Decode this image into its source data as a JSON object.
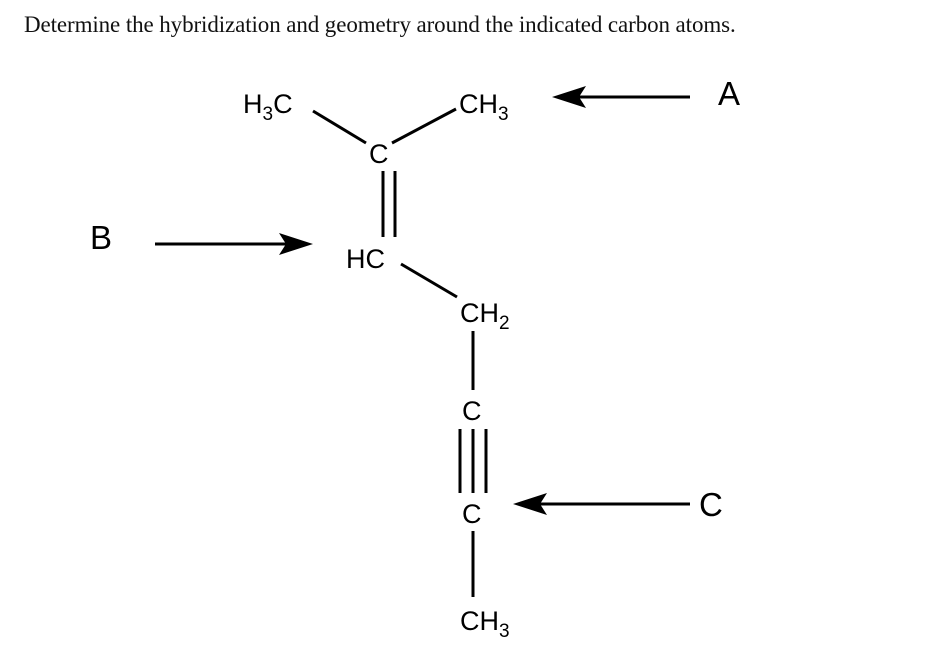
{
  "question": {
    "text": "Determine the hybridization and geometry around the indicated carbon atoms."
  },
  "molecule": {
    "atoms": {
      "c1_left_methyl": {
        "main": "H",
        "sub": "3",
        "tail": "C"
      },
      "c1_right_methyl": {
        "main": "CH",
        "sub": "3"
      },
      "c2": "C",
      "c3": "HC",
      "c4": {
        "main": "CH",
        "sub": "2"
      },
      "c5": "C",
      "c6": "C",
      "c7": {
        "main": "CH",
        "sub": "3"
      }
    },
    "bonds": [
      {
        "from": "c1_left_methyl",
        "to": "c2",
        "order": 1
      },
      {
        "from": "c2",
        "to": "c1_right_methyl",
        "order": 1
      },
      {
        "from": "c2",
        "to": "c3",
        "order": 2
      },
      {
        "from": "c3",
        "to": "c4",
        "order": 1
      },
      {
        "from": "c4",
        "to": "c5",
        "order": 1
      },
      {
        "from": "c5",
        "to": "c6",
        "order": 3
      },
      {
        "from": "c6",
        "to": "c7",
        "order": 1
      }
    ]
  },
  "indicators": [
    {
      "label": "A",
      "points_to": "c1_right_methyl",
      "direction": "left"
    },
    {
      "label": "B",
      "points_to": "c3",
      "direction": "right"
    },
    {
      "label": "C",
      "points_to": "c6",
      "direction": "left"
    }
  ]
}
